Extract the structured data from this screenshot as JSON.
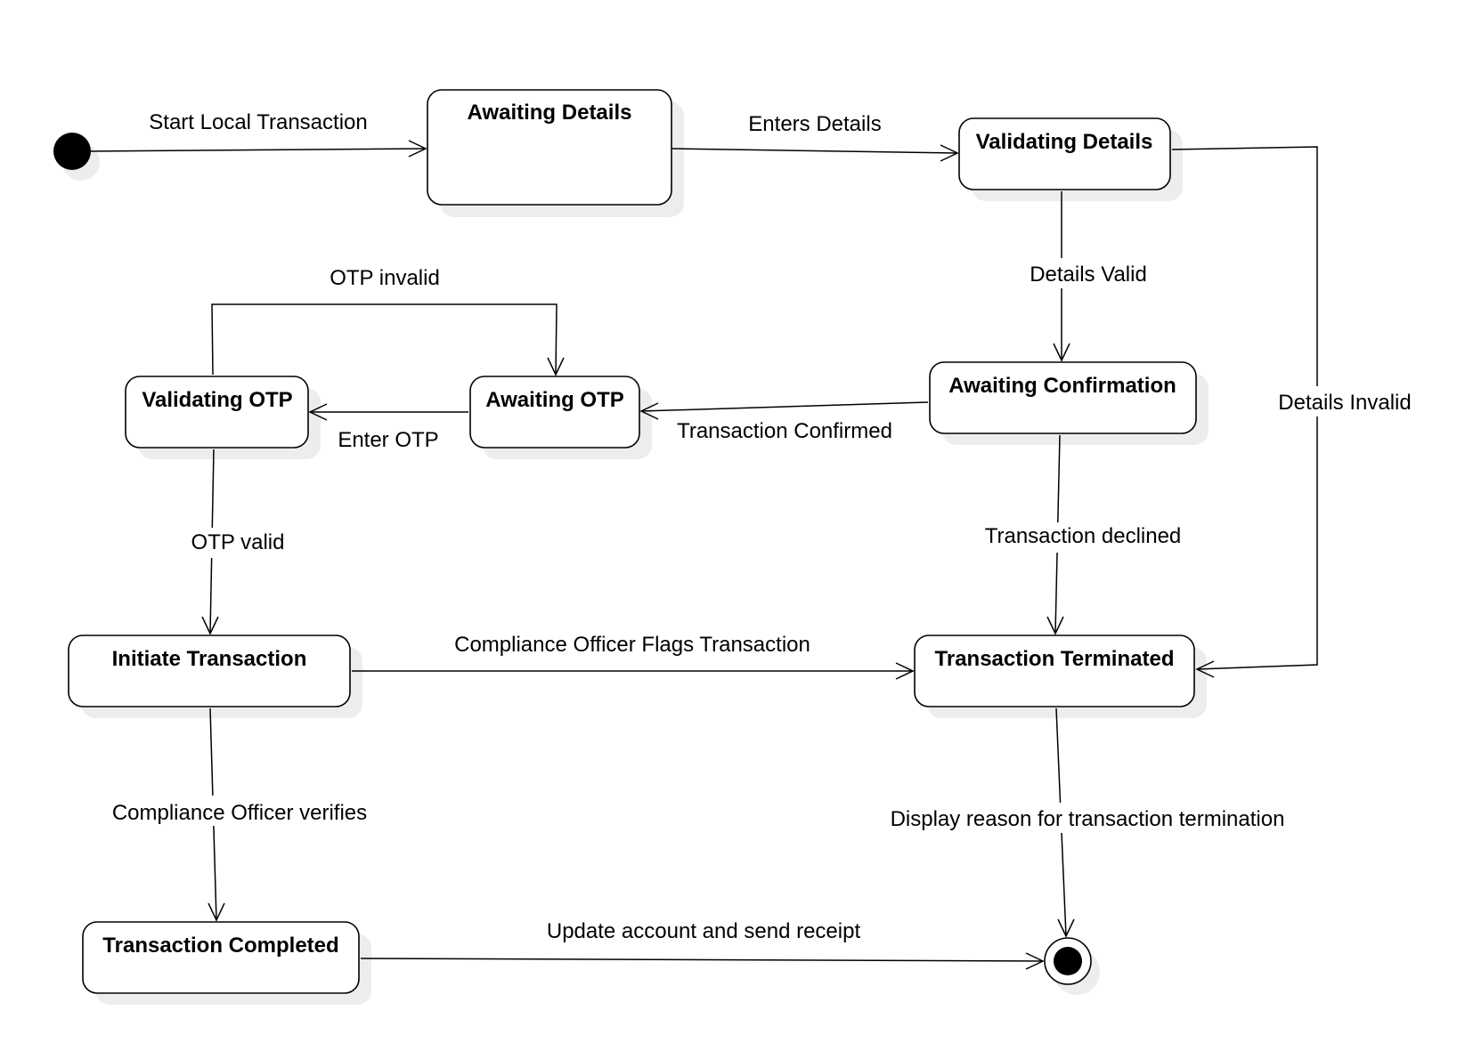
{
  "diagram": {
    "type": "uml-state-machine",
    "states": {
      "awaiting_details": "Awaiting Details",
      "validating_details": "Validating Details",
      "awaiting_confirmation": "Awaiting Confirmation",
      "awaiting_otp": "Awaiting OTP",
      "validating_otp": "Validating OTP",
      "initiate_transaction": "Initiate Transaction",
      "transaction_terminated": "Transaction Terminated",
      "transaction_completed": "Transaction Completed"
    },
    "transitions": {
      "start_local_transaction": "Start Local Transaction",
      "enters_details": "Enters Details",
      "details_valid": "Details Valid",
      "details_invalid": "Details Invalid",
      "transaction_confirmed": "Transaction Confirmed",
      "transaction_declined": "Transaction declined",
      "enter_otp": "Enter OTP",
      "otp_invalid": "OTP invalid",
      "otp_valid": "OTP valid",
      "compliance_officer_flags": "Compliance Officer Flags Transaction",
      "compliance_officer_verifies": "Compliance Officer verifies",
      "display_reason": "Display reason for transaction termination",
      "update_account": "Update account and send receipt"
    },
    "edges": [
      {
        "from": "initial",
        "to": "awaiting_details",
        "label": "start_local_transaction"
      },
      {
        "from": "awaiting_details",
        "to": "validating_details",
        "label": "enters_details"
      },
      {
        "from": "validating_details",
        "to": "awaiting_confirmation",
        "label": "details_valid"
      },
      {
        "from": "validating_details",
        "to": "transaction_terminated",
        "label": "details_invalid"
      },
      {
        "from": "awaiting_confirmation",
        "to": "awaiting_otp",
        "label": "transaction_confirmed"
      },
      {
        "from": "awaiting_confirmation",
        "to": "transaction_terminated",
        "label": "transaction_declined"
      },
      {
        "from": "awaiting_otp",
        "to": "validating_otp",
        "label": "enter_otp"
      },
      {
        "from": "validating_otp",
        "to": "awaiting_otp",
        "label": "otp_invalid"
      },
      {
        "from": "validating_otp",
        "to": "initiate_transaction",
        "label": "otp_valid"
      },
      {
        "from": "initiate_transaction",
        "to": "transaction_terminated",
        "label": "compliance_officer_flags"
      },
      {
        "from": "initiate_transaction",
        "to": "transaction_completed",
        "label": "compliance_officer_verifies"
      },
      {
        "from": "transaction_terminated",
        "to": "final",
        "label": "display_reason"
      },
      {
        "from": "transaction_completed",
        "to": "final",
        "label": "update_account"
      }
    ]
  }
}
